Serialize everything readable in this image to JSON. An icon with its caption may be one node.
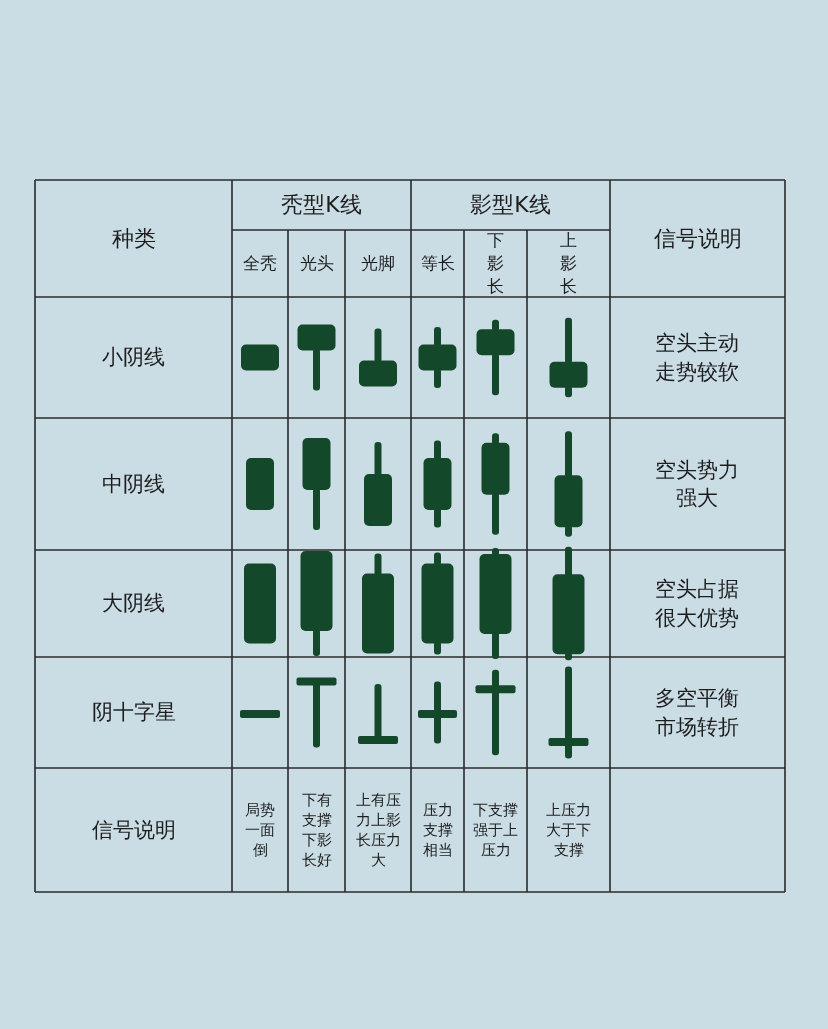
{
  "diagram": {
    "labels": [
      "种类",
      "秃型K线",
      "影型K线",
      "信号说明",
      "全秃",
      "光头",
      "光脚",
      "等长",
      "下影长",
      "上影长",
      "小阴线",
      "空头主动走势较软",
      "中阴线",
      "空头势力强大",
      "大阴线",
      "空头占据很大优势",
      "阴十字星",
      "多空平衡市场转折",
      "信号说明",
      "局势一面倒",
      "下有支撑下影长好",
      "上有压力上影长压力大",
      "压力支撑相当",
      "下支撑强于上压力",
      "上压力大于下支撑"
    ]
  }
}
